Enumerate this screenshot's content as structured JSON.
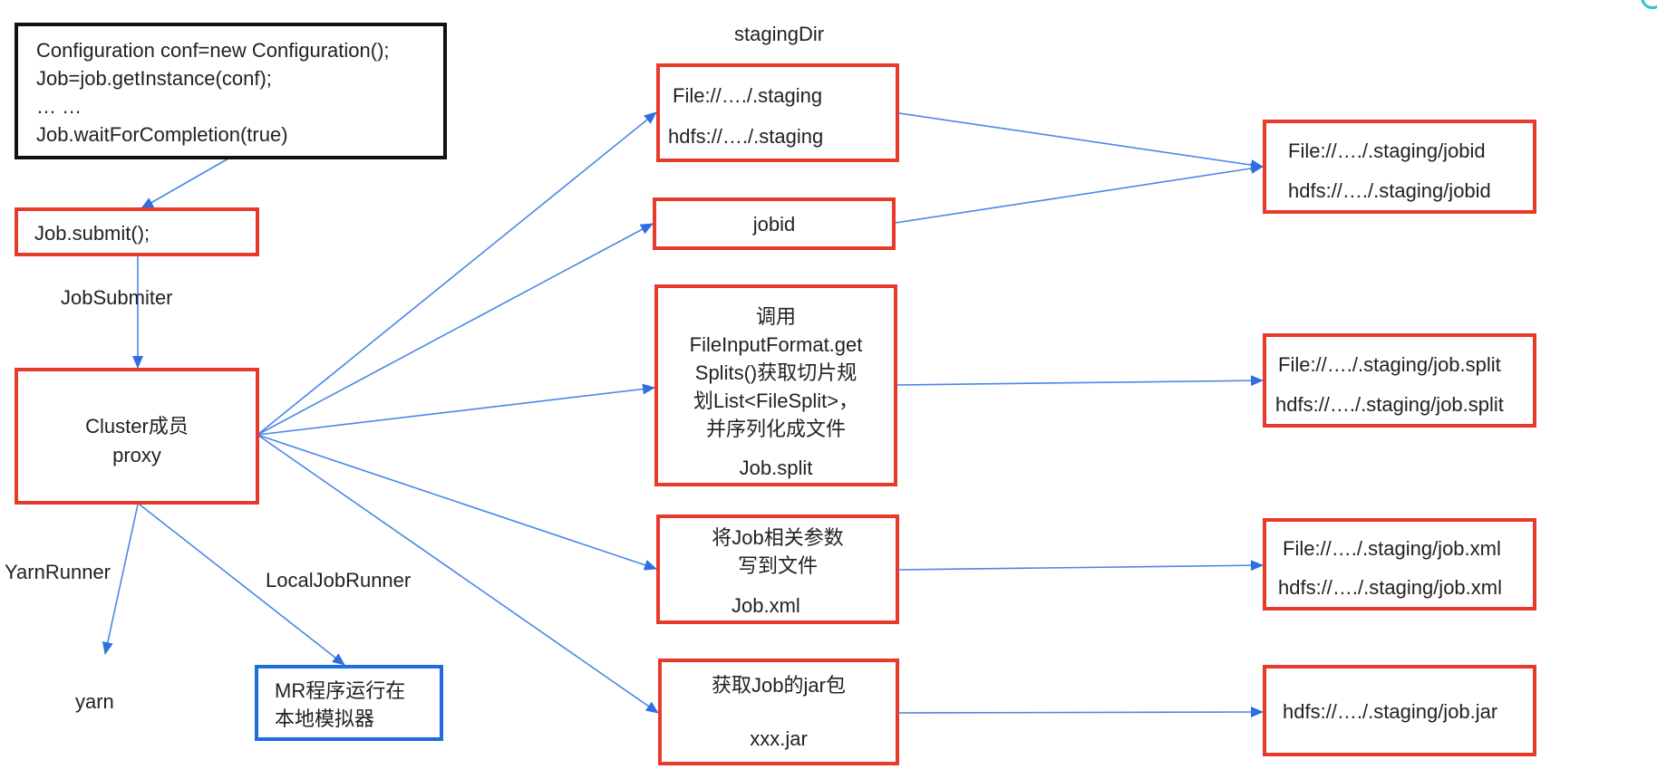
{
  "colors": {
    "box_border": "#e83a2b",
    "code_border": "#111111",
    "local_border": "#1d6de0",
    "arrow": "#4a86e8"
  },
  "code_box": {
    "lines": [
      "Configuration conf=new Configuration();",
      "Job=job.getInstance(conf);",
      "… …",
      "Job.waitForCompletion(true)"
    ]
  },
  "submit_box": {
    "label": "Job.submit();"
  },
  "job_submitter_label": "JobSubmiter",
  "cluster_box": {
    "line1": "Cluster成员",
    "line2": "proxy"
  },
  "yarn_runner_label": "YarnRunner",
  "yarn_label": "yarn",
  "local_runner_label": "LocalJobRunner",
  "local_box": {
    "line1": "MR程序运行在",
    "line2": "本地模拟器"
  },
  "staging_dir_label": "stagingDir",
  "staging_box": {
    "line1": "File://…./.staging",
    "line2": "hdfs://…./.staging"
  },
  "jobid_box": {
    "label": "jobid"
  },
  "split_box": {
    "lines": [
      "调用",
      "FileInputFormat.get",
      "Splits()获取切片规",
      "划List<FileSplit>，",
      "并序列化成文件"
    ],
    "file": "Job.split"
  },
  "xml_box": {
    "line1": "将Job相关参数",
    "line2": "写到文件",
    "file": "Job.xml"
  },
  "jar_box": {
    "line1": "获取Job的jar包",
    "file": "xxx.jar"
  },
  "out_jobid": {
    "line1": "File://…./.staging/jobid",
    "line2": "hdfs://…./.staging/jobid"
  },
  "out_split": {
    "line1": "File://…./.staging/job.split",
    "line2": "hdfs://…./.staging/job.split"
  },
  "out_xml": {
    "line1": "File://…./.staging/job.xml",
    "line2": "hdfs://…./.staging/job.xml"
  },
  "out_jar": {
    "line1": "hdfs://…./.staging/job.jar"
  }
}
